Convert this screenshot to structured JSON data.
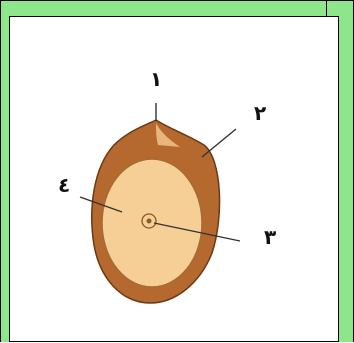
{
  "diagram": {
    "labels": {
      "part_1": "١",
      "part_2": "٢",
      "part_3": "٣",
      "part_4": "٤"
    },
    "colors": {
      "frame_green": "#8ee68a",
      "seed_coat": "#b5692f",
      "seed_coat_outline": "#6b3a15",
      "inner_fill": "#f6cf97",
      "inner_outline": "#a66a33",
      "leader_line": "#333333"
    }
  }
}
